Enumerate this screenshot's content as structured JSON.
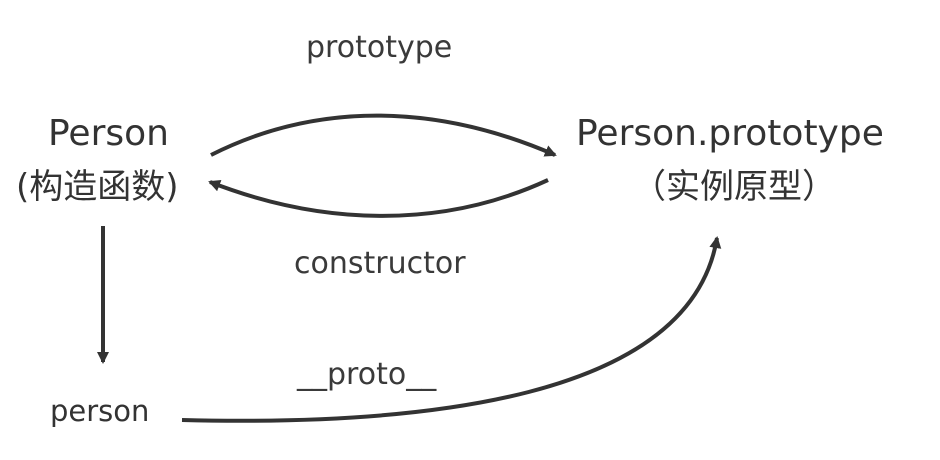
{
  "diagram": {
    "nodes": {
      "constructor_fn": {
        "title": "Person",
        "subtitle": "(构造函数)"
      },
      "prototype_obj": {
        "title": "Person.prototype",
        "subtitle": "（实例原型）"
      },
      "instance": {
        "label": "person"
      }
    },
    "edges": {
      "prototype": {
        "label": "prototype",
        "from": "Person",
        "to": "Person.prototype"
      },
      "constructor": {
        "label": "constructor",
        "from": "Person.prototype",
        "to": "Person"
      },
      "instantiate": {
        "label": "",
        "from": "Person",
        "to": "person"
      },
      "proto": {
        "label": "__proto__",
        "from": "person",
        "to": "Person.prototype"
      }
    },
    "colors": {
      "line": "#333333",
      "text": "#333333",
      "background": "#ffffff"
    }
  }
}
